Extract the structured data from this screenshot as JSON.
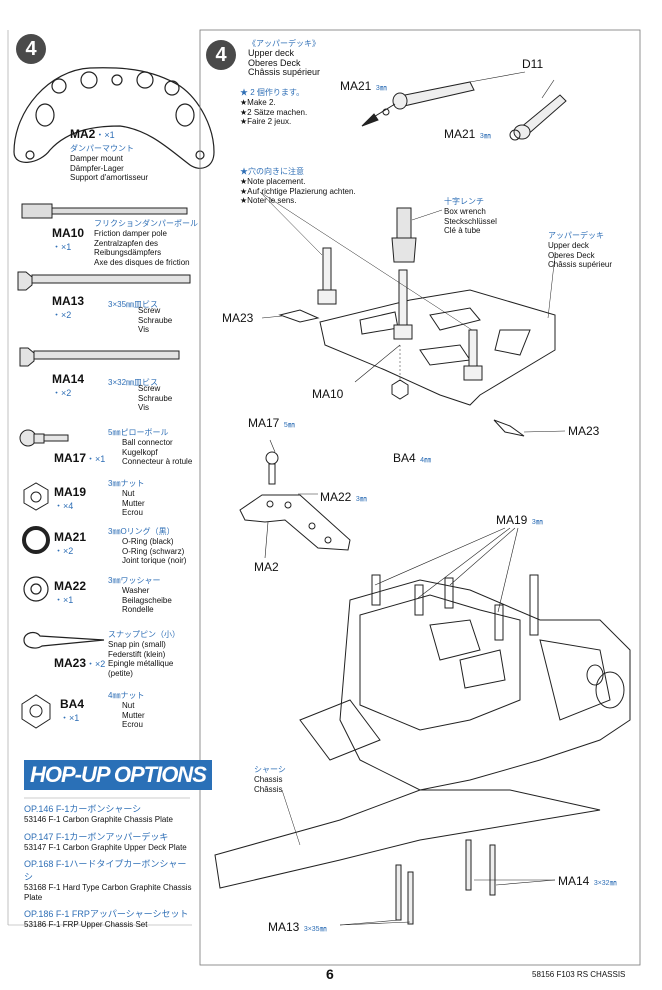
{
  "left_panel": {
    "step_number": "4",
    "parts": [
      {
        "code": "MA2",
        "qty": "・×1",
        "jp": "ダンパーマウント",
        "en": "Damper mount",
        "de": "Dämpfer-Lager",
        "fr": "Support d'amortisseur"
      },
      {
        "code": "MA10",
        "qty": "・×1",
        "jp": "フリクションダンパーポール",
        "en": "Friction damper pole",
        "de": "Zentralzapfen des Reibungsdämpfers",
        "fr": "Axe des disques de friction"
      },
      {
        "code": "MA13",
        "qty": "・×2",
        "jp": "3×35㎜皿ビス",
        "en": "Screw",
        "de": "Schraube",
        "fr": "Vis"
      },
      {
        "code": "MA14",
        "qty": "・×2",
        "jp": "3×32㎜皿ビス",
        "en": "Screw",
        "de": "Schraube",
        "fr": "Vis"
      },
      {
        "code": "MA17",
        "qty": "・×1",
        "jp": "5㎜ピローボール",
        "en": "Ball connector",
        "de": "Kugelkopf",
        "fr": "Connecteur à rotule"
      },
      {
        "code": "MA19",
        "qty": "・×4",
        "jp": "3㎜ナット",
        "en": "Nut",
        "de": "Mutter",
        "fr": "Ecrou"
      },
      {
        "code": "MA21",
        "qty": "・×2",
        "jp": "3㎜Oリング（黒）",
        "en": "O-Ring (black)",
        "de": "O-Ring (schwarz)",
        "fr": "Joint torique (noir)"
      },
      {
        "code": "MA22",
        "qty": "・×1",
        "jp": "3㎜ワッシャー",
        "en": "Washer",
        "de": "Beilagscheibe",
        "fr": "Rondelle"
      },
      {
        "code": "MA23",
        "qty": "・×2",
        "jp": "スナップピン（小）",
        "en": "Snap pin (small)",
        "de": "Federstift (klein)",
        "fr": "Epingle métallique (petite)"
      },
      {
        "code": "BA4",
        "qty": "・×1",
        "jp": "4㎜ナット",
        "en": "Nut",
        "de": "Mutter",
        "fr": "Ecrou"
      }
    ],
    "hop_up_title": "HOP-UP OPTIONS",
    "options": [
      {
        "title": "OP.146  F-1カーボンシャーシ",
        "desc": "53146 F-1 Carbon Graphite Chassis Plate"
      },
      {
        "title": "OP.147  F-1カーボンアッパーデッキ",
        "desc": "53147 F-1 Carbon Graphite Upper Deck Plate"
      },
      {
        "title": "OP.168  F-1ハードタイプカーボンシャーシ",
        "desc": "53168 F-1 Hard Type Carbon Graphite Chassis Plate"
      },
      {
        "title": "OP.186  F-1 FRPアッパーシャーシセット",
        "desc": "53186 F-1 FRP Upper Chassis Set"
      }
    ]
  },
  "main": {
    "step_number": "4",
    "section_jp": "《アッパーデッキ》",
    "section_en": "Upper deck",
    "section_de": "Oberes Deck",
    "section_fr": "Châssis supérieur",
    "make_jp": "★ 2 個作ります。",
    "make_en": "★Make 2.",
    "make_de": "★2 Sätze machen.",
    "make_fr": "★Faire 2 jeux.",
    "note_jp": "★穴の向きに注意",
    "note_en": "★Note placement.",
    "note_de": "★Auf richtige Plazierung achten.",
    "note_fr": "★Noter le sens.",
    "box_wrench_jp": "十字レンチ",
    "box_wrench_en": "Box wrench",
    "box_wrench_de": "Steckschlüssel",
    "box_wrench_fr": "Clé à tube",
    "upper_deck_jp": "アッパーデッキ",
    "upper_deck_en": "Upper deck",
    "upper_deck_de": "Oberes Deck",
    "upper_deck_fr": "Châssis supérieur",
    "chassis_jp": "シャーシ",
    "chassis_en": "Chassis",
    "chassis_fr": "Châssis",
    "labels": {
      "d11": "D11",
      "ma21_a": "MA21",
      "ma21_a_size": "3㎜",
      "ma21_b": "MA21",
      "ma21_b_size": "3㎜",
      "ma23_a": "MA23",
      "ma23_b": "MA23",
      "ma10": "MA10",
      "ba4": "BA4",
      "ba4_size": "4㎜",
      "ma17": "MA17",
      "ma17_size": "5㎜",
      "ma22": "MA22",
      "ma22_size": "3㎜",
      "ma2": "MA2",
      "ma19": "MA19",
      "ma19_size": "3㎜",
      "ma14": "MA14",
      "ma14_size": "3×32㎜",
      "ma13": "MA13",
      "ma13_size": "3×35㎜"
    }
  },
  "footer": {
    "page_number": "6",
    "doc_ref": "58156 F103 RS CHASSIS"
  }
}
